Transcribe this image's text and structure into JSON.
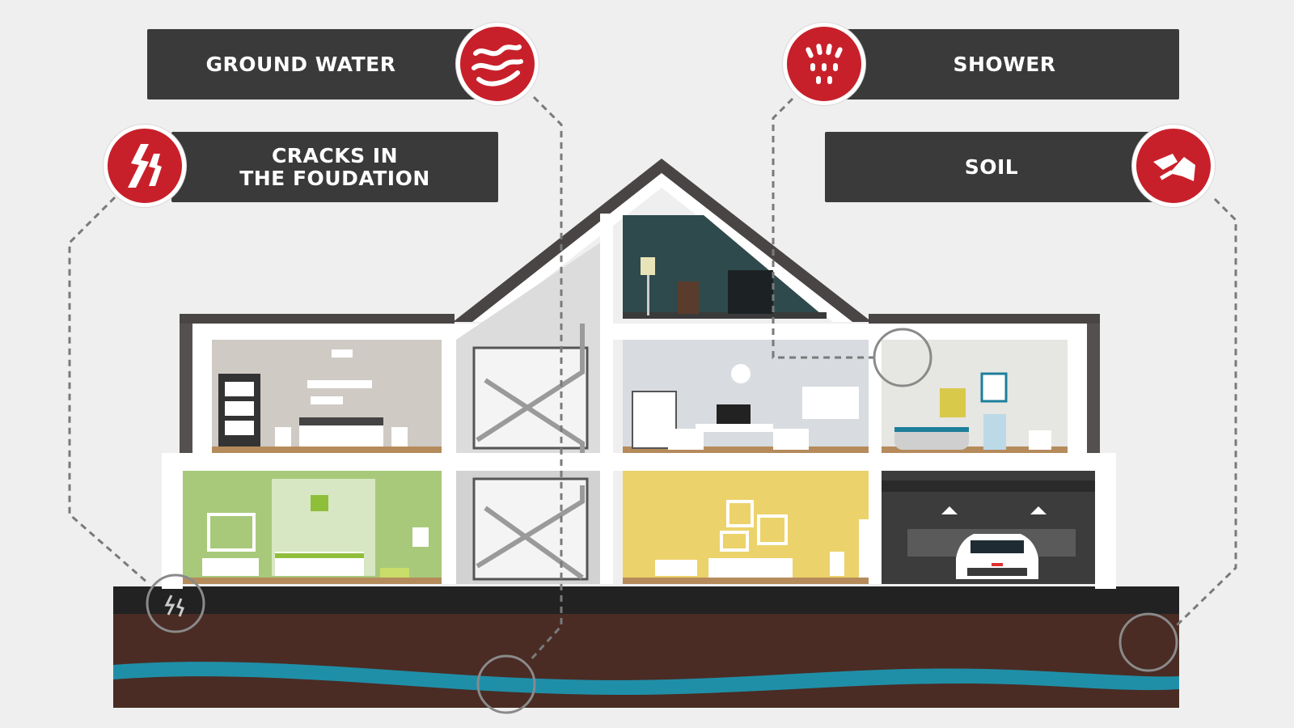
{
  "callouts": {
    "ground_water": {
      "label": "GROUND WATER",
      "icon": "waves-icon"
    },
    "cracks": {
      "label_line1": "CRACKS IN",
      "label_line2": "THE FOUDATION",
      "icon": "cracks-icon"
    },
    "shower": {
      "label": "SHOWER",
      "icon": "shower-icon"
    },
    "soil": {
      "label": "SOIL",
      "icon": "soil-icon"
    }
  },
  "colors": {
    "background": "#efefef",
    "label_bg": "#3a3a3a",
    "badge_red": "#c8202a",
    "soil_brown": "#4a2c24",
    "ground_dark": "#222222",
    "water_blue": "#1f8fa8",
    "roof_dark": "#4a4545",
    "pointer_circle": "#8a8a8a",
    "dash_line": "#7a7a7a"
  }
}
